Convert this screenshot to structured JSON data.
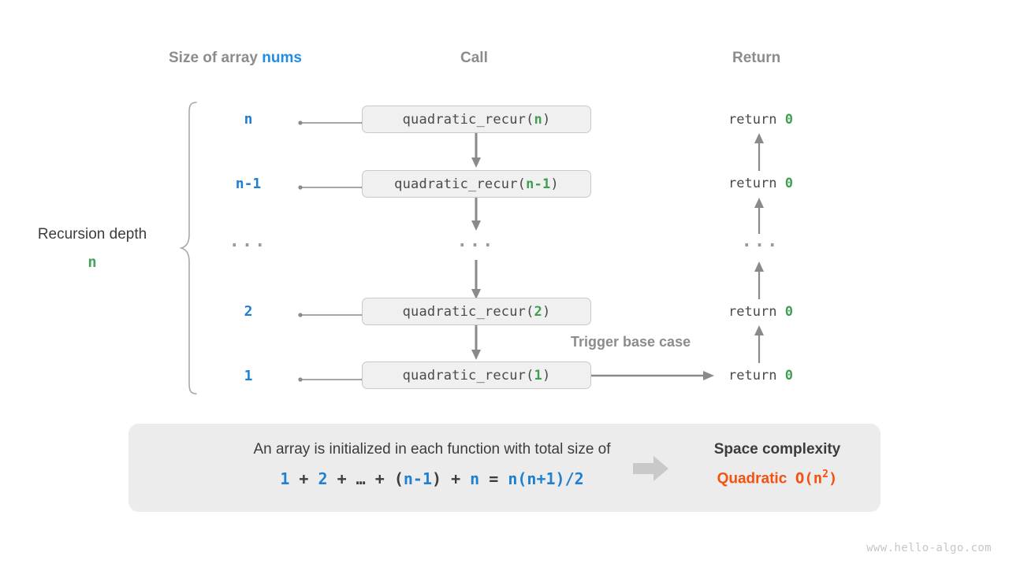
{
  "headers": {
    "size": "Size of array ",
    "size_accent": "nums",
    "call": "Call",
    "ret": "Return"
  },
  "depth": {
    "label": "Recursion depth",
    "value": "n"
  },
  "rows": [
    {
      "size": "n",
      "call_prefix": "quadratic_recur(",
      "call_arg": "n",
      "call_suffix": ")",
      "ret_label": "return ",
      "ret_value": "0"
    },
    {
      "size": "n-1",
      "call_prefix": "quadratic_recur(",
      "call_arg": "n-1",
      "call_suffix": ")",
      "ret_label": "return ",
      "ret_value": "0"
    },
    {
      "size": "...",
      "call_prefix": "...",
      "call_arg": "",
      "call_suffix": "",
      "ret_label": "...",
      "ret_value": ""
    },
    {
      "size": "2",
      "call_prefix": "quadratic_recur(",
      "call_arg": "2",
      "call_suffix": ")",
      "ret_label": "return ",
      "ret_value": "0"
    },
    {
      "size": "1",
      "call_prefix": "quadratic_recur(",
      "call_arg": "1",
      "call_suffix": ")",
      "ret_label": "return ",
      "ret_value": "0"
    }
  ],
  "annotation": {
    "trigger": "Trigger base case"
  },
  "panel": {
    "text": "An array is initialized in each function with total size of",
    "formula": {
      "t1": "1",
      "op1": " + ",
      "t2": "2",
      "op2": " + ",
      "t3": "…",
      "op3": " + ",
      "paren_open": "(",
      "t4": "n-1",
      "paren_close": ")",
      "op4": " + ",
      "t5": "n",
      "eq": " = ",
      "result": "n(n+1)/2"
    },
    "complexity_title": "Space complexity",
    "complexity_name": "Quadratic",
    "complexity_big_o_pre": "O(n",
    "complexity_big_o_exp": "2",
    "complexity_big_o_post": ")"
  },
  "watermark": "www.hello-algo.com",
  "colors": {
    "blue": "#1f7fd0",
    "green": "#3f9e52",
    "orange": "#f4500f",
    "gray_text": "#8c8c8c",
    "panel_bg": "#ececec",
    "box_bg": "#f0f0f0",
    "line": "#8a8a8a"
  }
}
